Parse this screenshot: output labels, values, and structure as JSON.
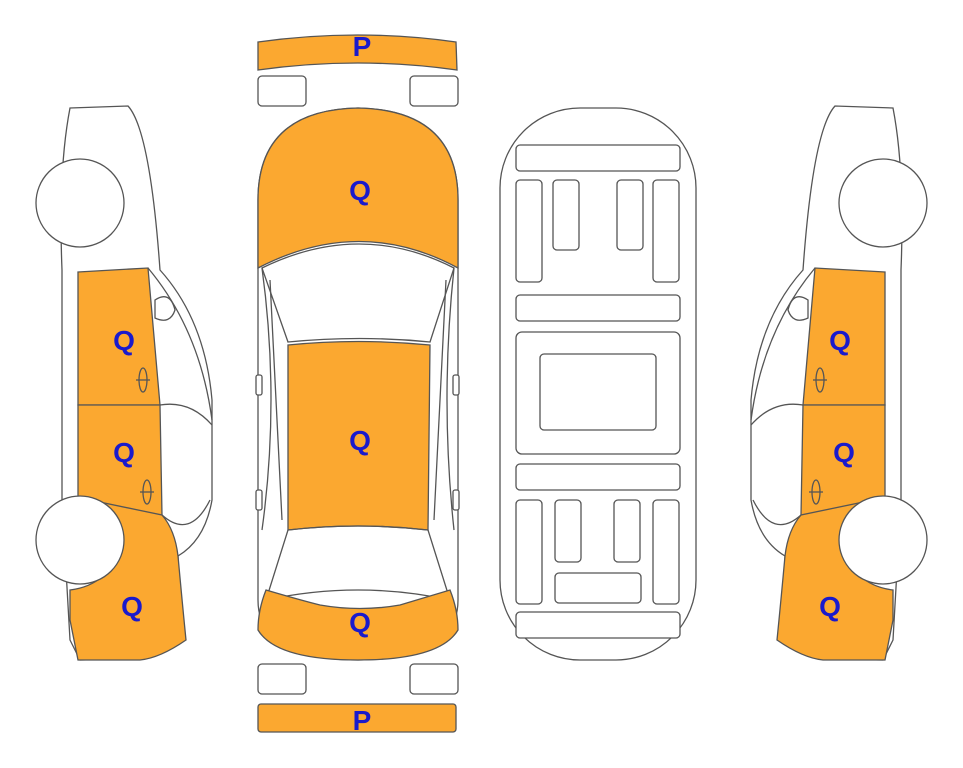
{
  "colors": {
    "damaged_fill": "#FBA830",
    "code_text": "#1A1ACC"
  },
  "labels": {
    "front_bumper": "P",
    "hood": "Q",
    "roof": "Q",
    "trunk": "Q",
    "rear_bumper": "P",
    "left_front_door": "Q",
    "left_rear_door": "Q",
    "left_rear_quarter": "Q",
    "right_front_door": "Q",
    "right_rear_door": "Q",
    "right_rear_quarter": "Q"
  }
}
